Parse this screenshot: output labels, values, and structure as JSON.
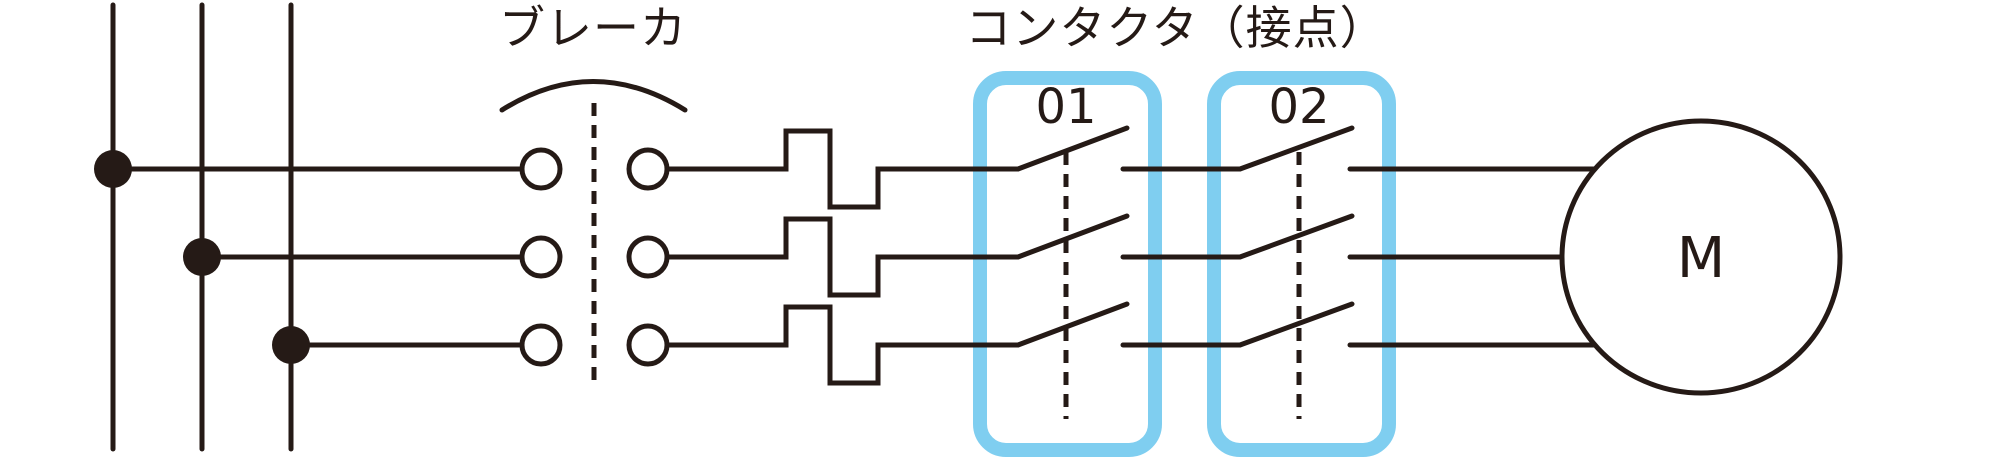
{
  "labels": {
    "breaker": "ブレーカ",
    "contactor": "コンタクタ（接点）",
    "contactor_01": "01",
    "contactor_02": "02",
    "motor": "M"
  },
  "colors": {
    "ink": "#251A16",
    "highlight_blue": "#7FCEF0",
    "background": "#FFFFFF"
  },
  "diagram": {
    "type": "electrical-schematic",
    "phase_count": 3,
    "components": [
      {
        "name": "power-bus",
        "phases": 3
      },
      {
        "name": "breaker",
        "label": "ブレーカ",
        "poles": 3
      },
      {
        "name": "thermal-element",
        "count": 3
      },
      {
        "name": "contactor",
        "label": "01",
        "poles": 3,
        "highlighted": true
      },
      {
        "name": "contactor",
        "label": "02",
        "poles": 3,
        "highlighted": true
      },
      {
        "name": "motor",
        "label": "M"
      }
    ]
  }
}
